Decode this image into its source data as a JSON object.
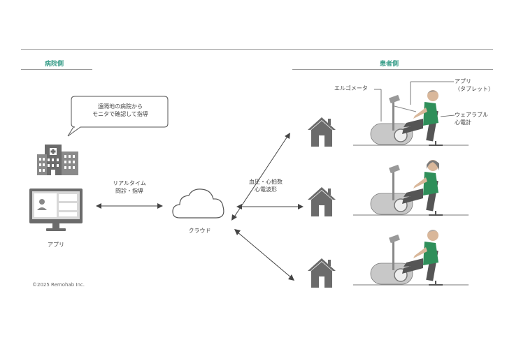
{
  "labels": {
    "hospital_side": "病院側",
    "patient_side": "患者側"
  },
  "speech_bubble": {
    "line1": "遠隔地の病院から",
    "line2": "モニタで確認して指導"
  },
  "left": {
    "app_label": "アプリ",
    "realtime_line1": "リアルタイム",
    "realtime_line2": "問診・指導"
  },
  "center": {
    "cloud_label": "クラウド",
    "vitals_line1": "血圧・心拍数",
    "vitals_line2": "心電波形"
  },
  "right": {
    "ergometer_label": "エルゴメータ",
    "app_line1": "アプリ",
    "app_line2": "（タブレット）",
    "wearable_line1": "ウェアラブル",
    "wearable_line2": "心電計"
  },
  "copyright": "©2025 Remohab Inc.",
  "colors": {
    "accent": "#3a9e8a",
    "icon_gray": "#6b6b6b",
    "shirt_green": "#2f8f5a"
  }
}
